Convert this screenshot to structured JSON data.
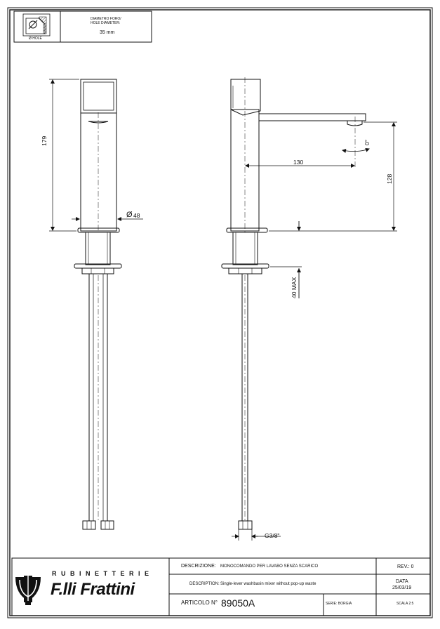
{
  "hole_box": {
    "icon_caption": "Ø HOLE",
    "label_it": "DIAMETRO FORO/",
    "label_en": "HOLE DIAMETER:",
    "value": "35 mm"
  },
  "dimensions": {
    "height": "179",
    "diameter": "48",
    "spout_reach": "130",
    "spout_height": "128",
    "max_thickness": "40 MAX",
    "connection": "G3/8\"",
    "angle": "0°"
  },
  "brand": {
    "top": "RUBINETTERIE",
    "name": "F.lli Frattini"
  },
  "title_block": {
    "descrizione_label": "DESCRIZIONE:",
    "descrizione_value": "MONOCOMANDO PER LAVABO SENZA SCARICO",
    "description_label": "DESCRIPTION:",
    "description_value": "Single-lever washbasin mixer without pop-up waste",
    "articolo_label": "ARTICOLO N°",
    "articolo_value": "89050A",
    "serie": "SERIE: BORGIA",
    "rev": "REV.: 0",
    "data_label": "DATA",
    "data_value": "25/03/19",
    "scala": "SCALA 2:5"
  }
}
